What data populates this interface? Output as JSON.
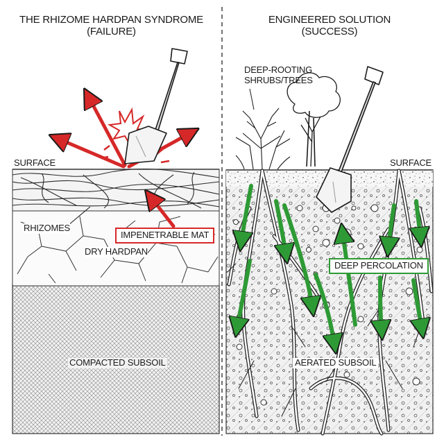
{
  "left_panel": {
    "title_line1": "THE RHIZOME HARDPAN SYNDROME",
    "title_line2": "(FAILURE)",
    "labels": {
      "surface": "SURFACE",
      "rhizomes": "RHIZOMES",
      "impenetrable_mat": "IMPENETRABLE MAT",
      "dry_hardpan": "DRY HARDPAN",
      "compacted_subsoil": "COMPACTED SUBSOIL"
    }
  },
  "right_panel": {
    "title_line1": "ENGINEERED SOLUTION",
    "title_line2": "(SUCCESS)",
    "labels": {
      "deep_rooting_line1": "DEEP-ROOTING",
      "deep_rooting_line2": "SHRUBS/TREES",
      "surface": "SURFACE",
      "deep_percolation": "DEEP PERCOLATION",
      "aerated_subsoil": "AERATED SUBSOIL"
    }
  },
  "colors": {
    "failure_accent": "#d62828",
    "success_accent": "#2e9a35",
    "ink": "#1a1a1a",
    "paper": "#ffffff"
  },
  "icons": [
    "shovel-icon",
    "impact-burst-icon",
    "tree-icon",
    "shrub-icon"
  ]
}
